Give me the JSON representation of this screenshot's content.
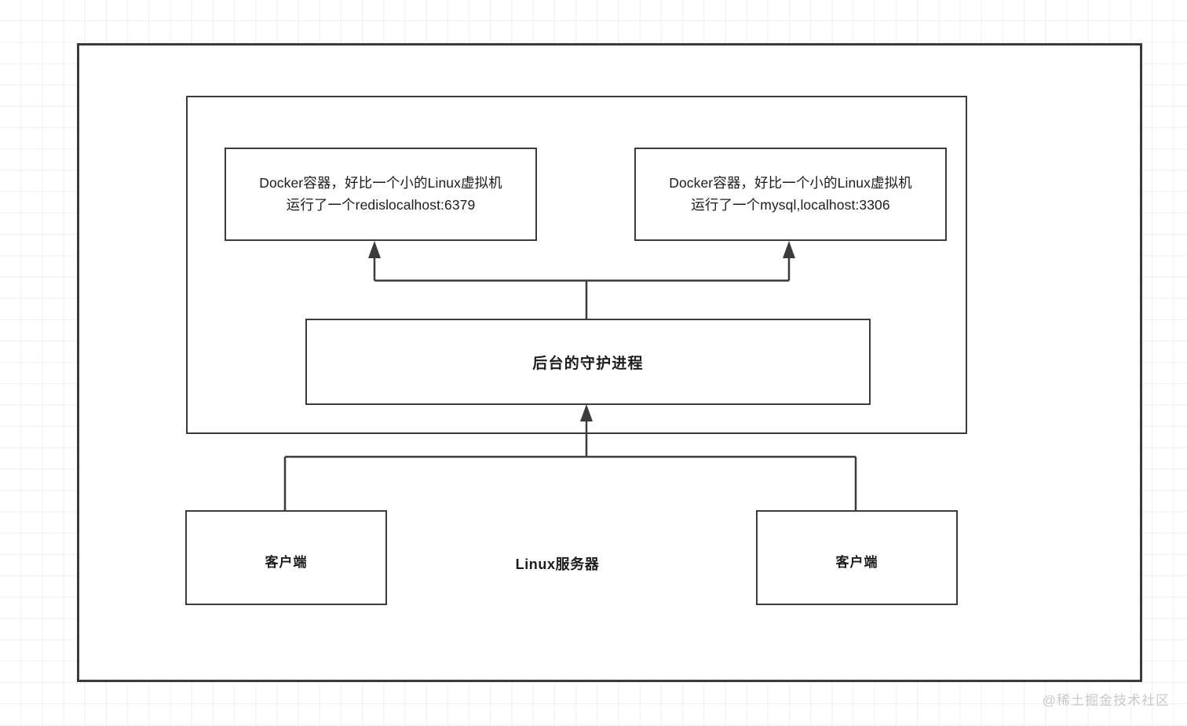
{
  "diagram": {
    "title_label": "Linux服务器",
    "watermark": "@稀土掘金技术社区",
    "outer_region_name": "Linux服务器",
    "daemon": {
      "label": "后台的守护进程"
    },
    "containers": [
      {
        "name": "redis-container",
        "line1": "Docker容器，好比一个小的Linux虚拟机",
        "line2": "运行了一个redislocalhost:6379"
      },
      {
        "name": "mysql-container",
        "line1": "Docker容器，好比一个小的Linux虚拟机",
        "line2": "运行了一个mysql,localhost:3306"
      }
    ],
    "clients": [
      {
        "label": "客户端"
      },
      {
        "label": "客户端"
      }
    ],
    "colors": {
      "border": "#3b3b3b",
      "text": "#1c1c1c",
      "grid": "#efefef",
      "background": "#ffffff",
      "watermark": "#c9c9c9"
    }
  }
}
